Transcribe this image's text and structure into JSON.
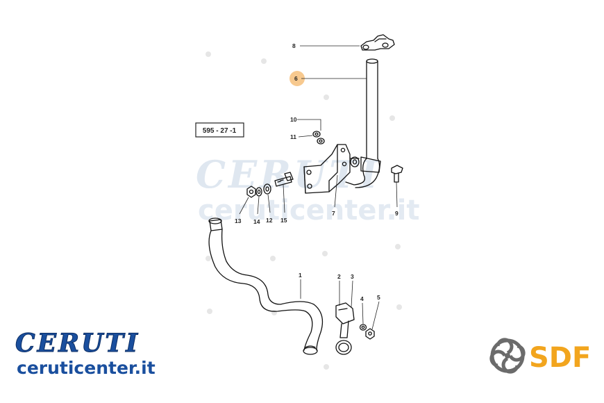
{
  "reference_code": "595 - 27 -1",
  "watermark": {
    "brand": "CERUTI",
    "url": "ceruticenter.it"
  },
  "logos": {
    "ceruti_brand": "CERUTI",
    "ceruti_url": "ceruticenter.it",
    "sdf": "SDF"
  },
  "callouts": [
    {
      "id": "c8",
      "label": "8"
    },
    {
      "id": "c6",
      "label": "6",
      "highlighted": true
    },
    {
      "id": "c10",
      "label": "10"
    },
    {
      "id": "c11",
      "label": "11"
    },
    {
      "id": "c13",
      "label": "13"
    },
    {
      "id": "c14",
      "label": "14"
    },
    {
      "id": "c12",
      "label": "12"
    },
    {
      "id": "c15",
      "label": "15"
    },
    {
      "id": "c7",
      "label": "7"
    },
    {
      "id": "c9",
      "label": "9"
    },
    {
      "id": "c1",
      "label": "1"
    },
    {
      "id": "c2",
      "label": "2"
    },
    {
      "id": "c3",
      "label": "3"
    },
    {
      "id": "c4",
      "label": "4"
    },
    {
      "id": "c5",
      "label": "5"
    }
  ],
  "colors": {
    "highlight": "#f7c98f",
    "ceruti_blue": "#1a4f9e",
    "sdf_orange": "#f2a51e",
    "sdf_gray": "#6b6b6b"
  }
}
